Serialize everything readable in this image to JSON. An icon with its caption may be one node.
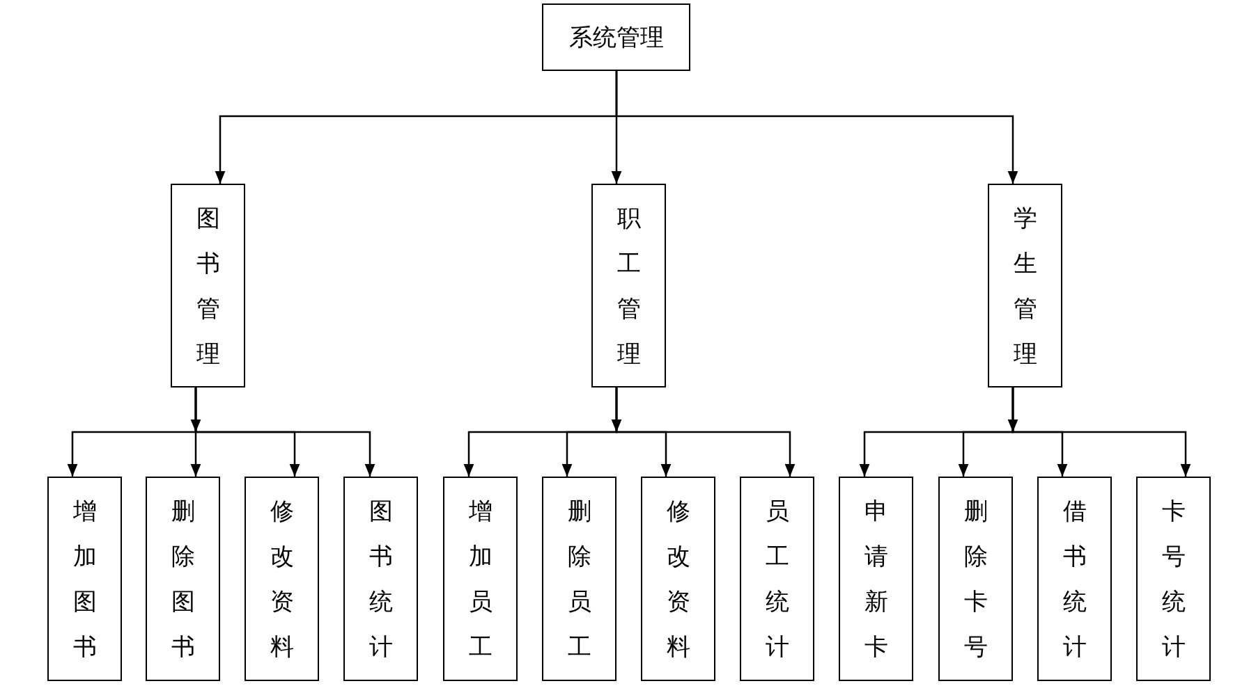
{
  "diagram": {
    "nodes": [
      {
        "text": [
          "系统管理"
        ]
      },
      {
        "text": [
          "图书管理"
        ]
      },
      {
        "text": [
          "职工管理"
        ]
      },
      {
        "text": [
          "学生管理"
        ]
      },
      {
        "text": [
          "增加图书"
        ]
      },
      {
        "text": [
          "删除图书"
        ]
      },
      {
        "text": [
          "修改资料"
        ]
      },
      {
        "text": [
          "图书统计"
        ]
      },
      {
        "text": [
          "增加员工"
        ]
      },
      {
        "text": [
          "删除员工"
        ]
      },
      {
        "text": [
          "修改资料"
        ]
      },
      {
        "text": [
          "员工统计"
        ]
      },
      {
        "text": [
          "申请新卡"
        ]
      },
      {
        "text": [
          "删除卡号"
        ]
      },
      {
        "text": [
          "借书统计"
        ]
      },
      {
        "text": [
          "卡号统计"
        ]
      }
    ],
    "edges": [
      {
        "from": 0,
        "to": 1,
        "arrow": "to"
      },
      {
        "from": 0,
        "to": 2,
        "arrow": "to"
      },
      {
        "from": 0,
        "to": 3,
        "arrow": "to"
      },
      {
        "from": 1,
        "to": 4,
        "arrow": "to"
      },
      {
        "from": 1,
        "to": 5,
        "arrow": "to"
      },
      {
        "from": 1,
        "to": 6,
        "arrow": "to"
      },
      {
        "from": 1,
        "to": 7,
        "arrow": "to"
      },
      {
        "from": 2,
        "to": 8,
        "arrow": "to"
      },
      {
        "from": 2,
        "to": 9,
        "arrow": "to"
      },
      {
        "from": 2,
        "to": 10,
        "arrow": "to"
      },
      {
        "from": 2,
        "to": 11,
        "arrow": "to"
      },
      {
        "from": 3,
        "to": 12,
        "arrow": "to"
      },
      {
        "from": 3,
        "to": 13,
        "arrow": "to"
      },
      {
        "from": 3,
        "to": 14,
        "arrow": "to"
      },
      {
        "from": 3,
        "to": 15,
        "arrow": "to"
      }
    ]
  }
}
